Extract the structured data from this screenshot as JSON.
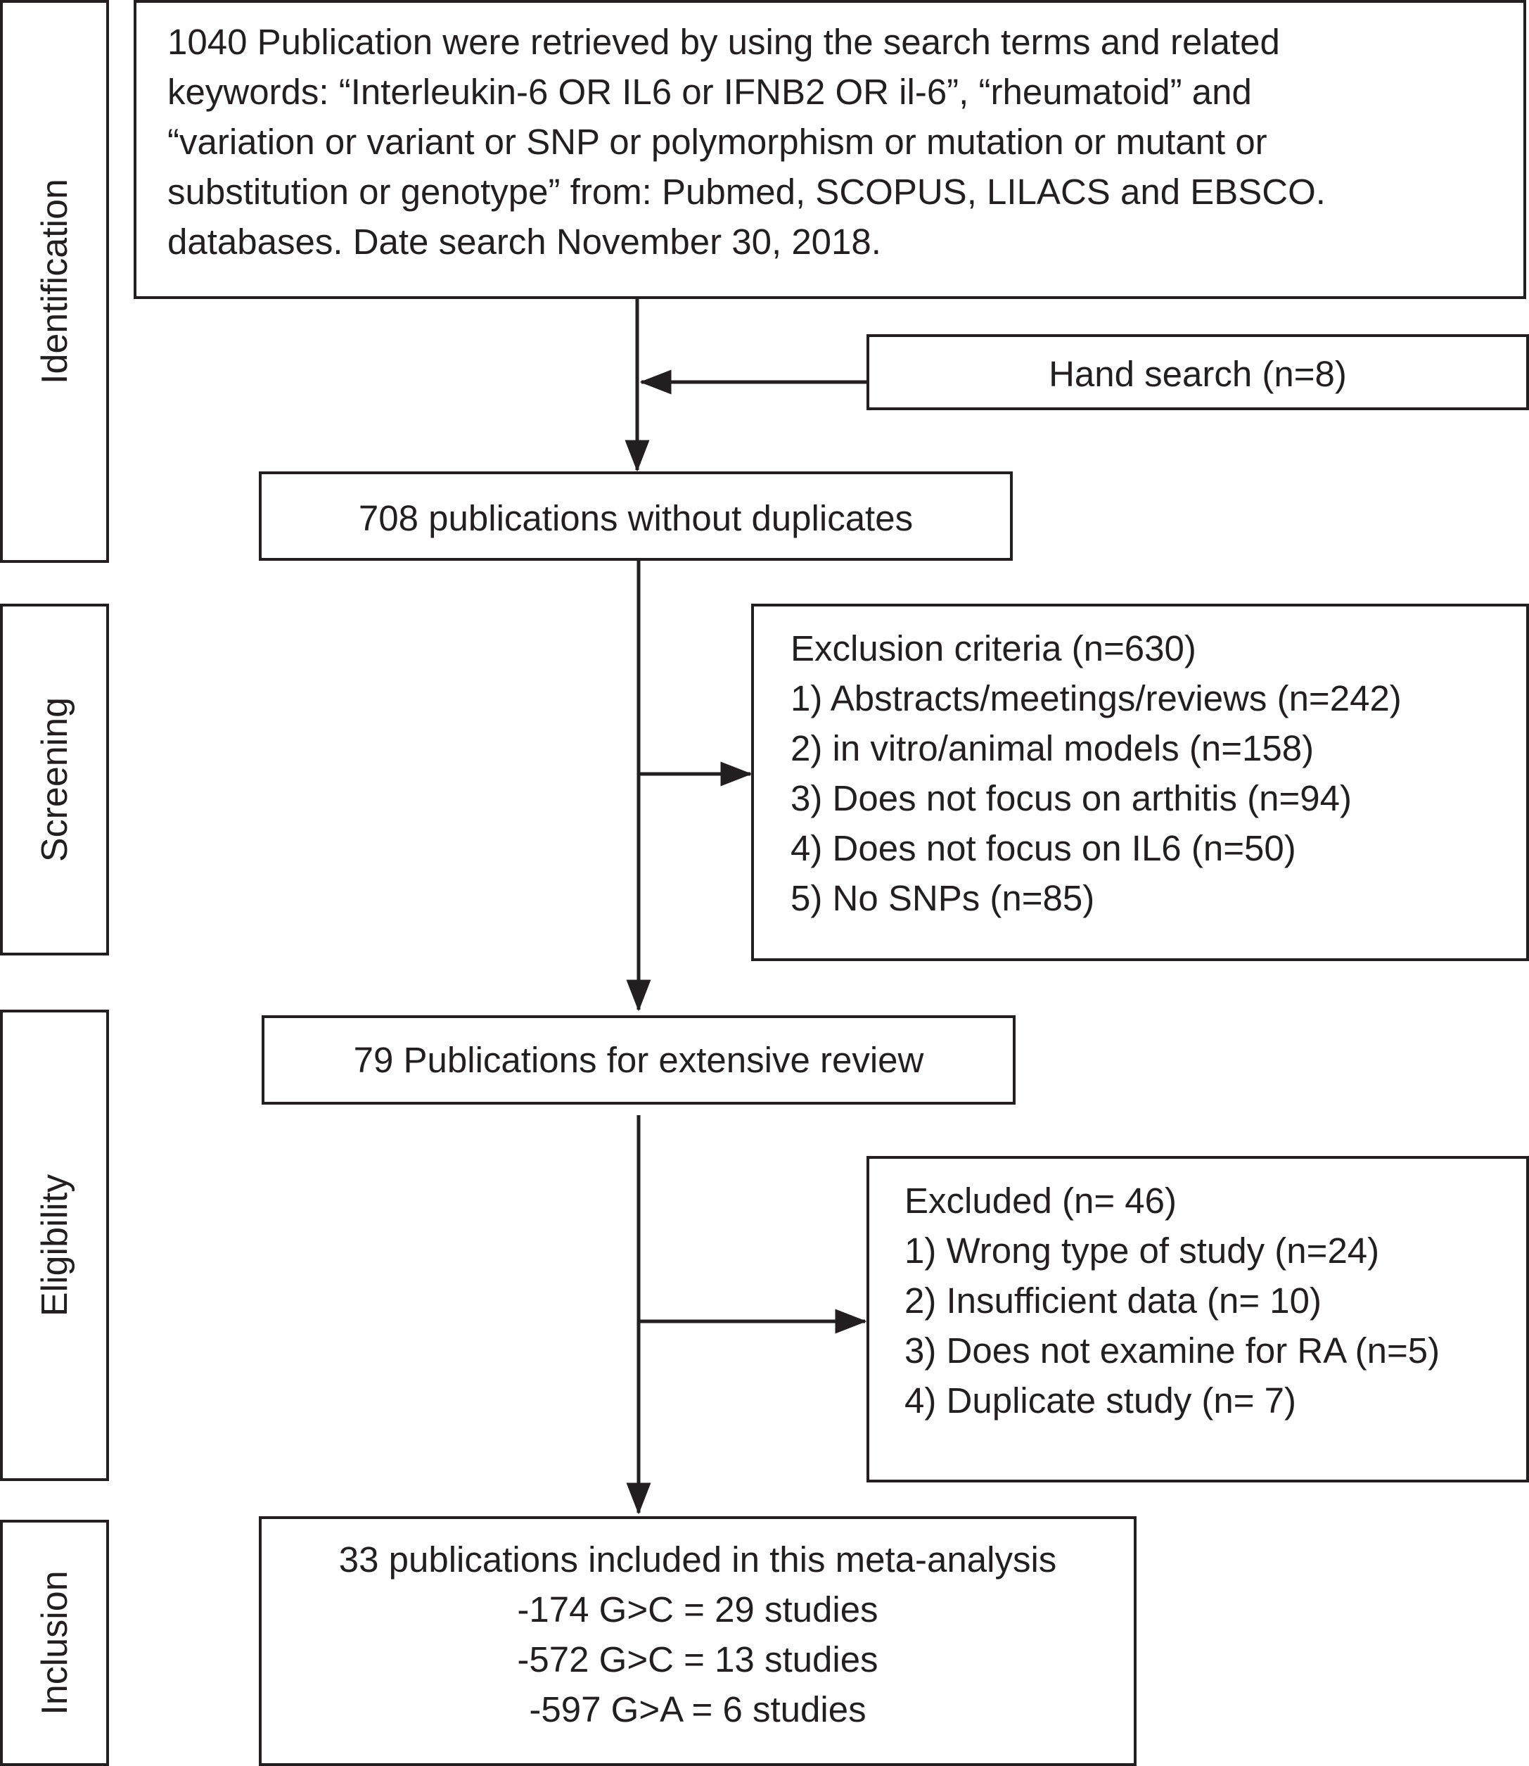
{
  "stages": {
    "identification": "Identification",
    "screening": "Screening",
    "eligibility": "Eligibility",
    "inclusion": "Inclusion"
  },
  "boxes": {
    "search": {
      "lines": [
        "1040 Publication were retrieved by using the search terms and related",
        "keywords: “Interleukin-6 OR IL6 or IFNB2 OR il-6”, “rheumatoid” and",
        "“variation or variant or SNP or polymorphism or mutation or mutant or",
        "substitution or genotype” from: Pubmed, SCOPUS, LILACS and EBSCO.",
        "databases. Date search November 30, 2018."
      ]
    },
    "hand_search": "Hand search (n=8)",
    "no_duplicates": "708 publications without duplicates",
    "exclusion": {
      "lines": [
        "Exclusion criteria (n=630)",
        "1) Abstracts/meetings/reviews (n=242)",
        "2) in vitro/animal models (n=158)",
        "3) Does not focus on arthitis (n=94)",
        "4) Does not focus on IL6 (n=50)",
        "5) No SNPs (n=85)"
      ]
    },
    "extensive_review": "79 Publications for extensive review",
    "excluded": {
      "lines": [
        "Excluded (n= 46)",
        "1) Wrong type of study (n=24)",
        "2) Insufficient data (n= 10)",
        "3) Does not examine for RA (n=5)",
        "4) Duplicate study (n= 7)"
      ]
    },
    "included": {
      "lines": [
        "33 publications included in this meta-analysis",
        "-174 G>C = 29 studies",
        "-572 G>C = 13 studies",
        "-597 G>A = 6 studies"
      ]
    }
  }
}
